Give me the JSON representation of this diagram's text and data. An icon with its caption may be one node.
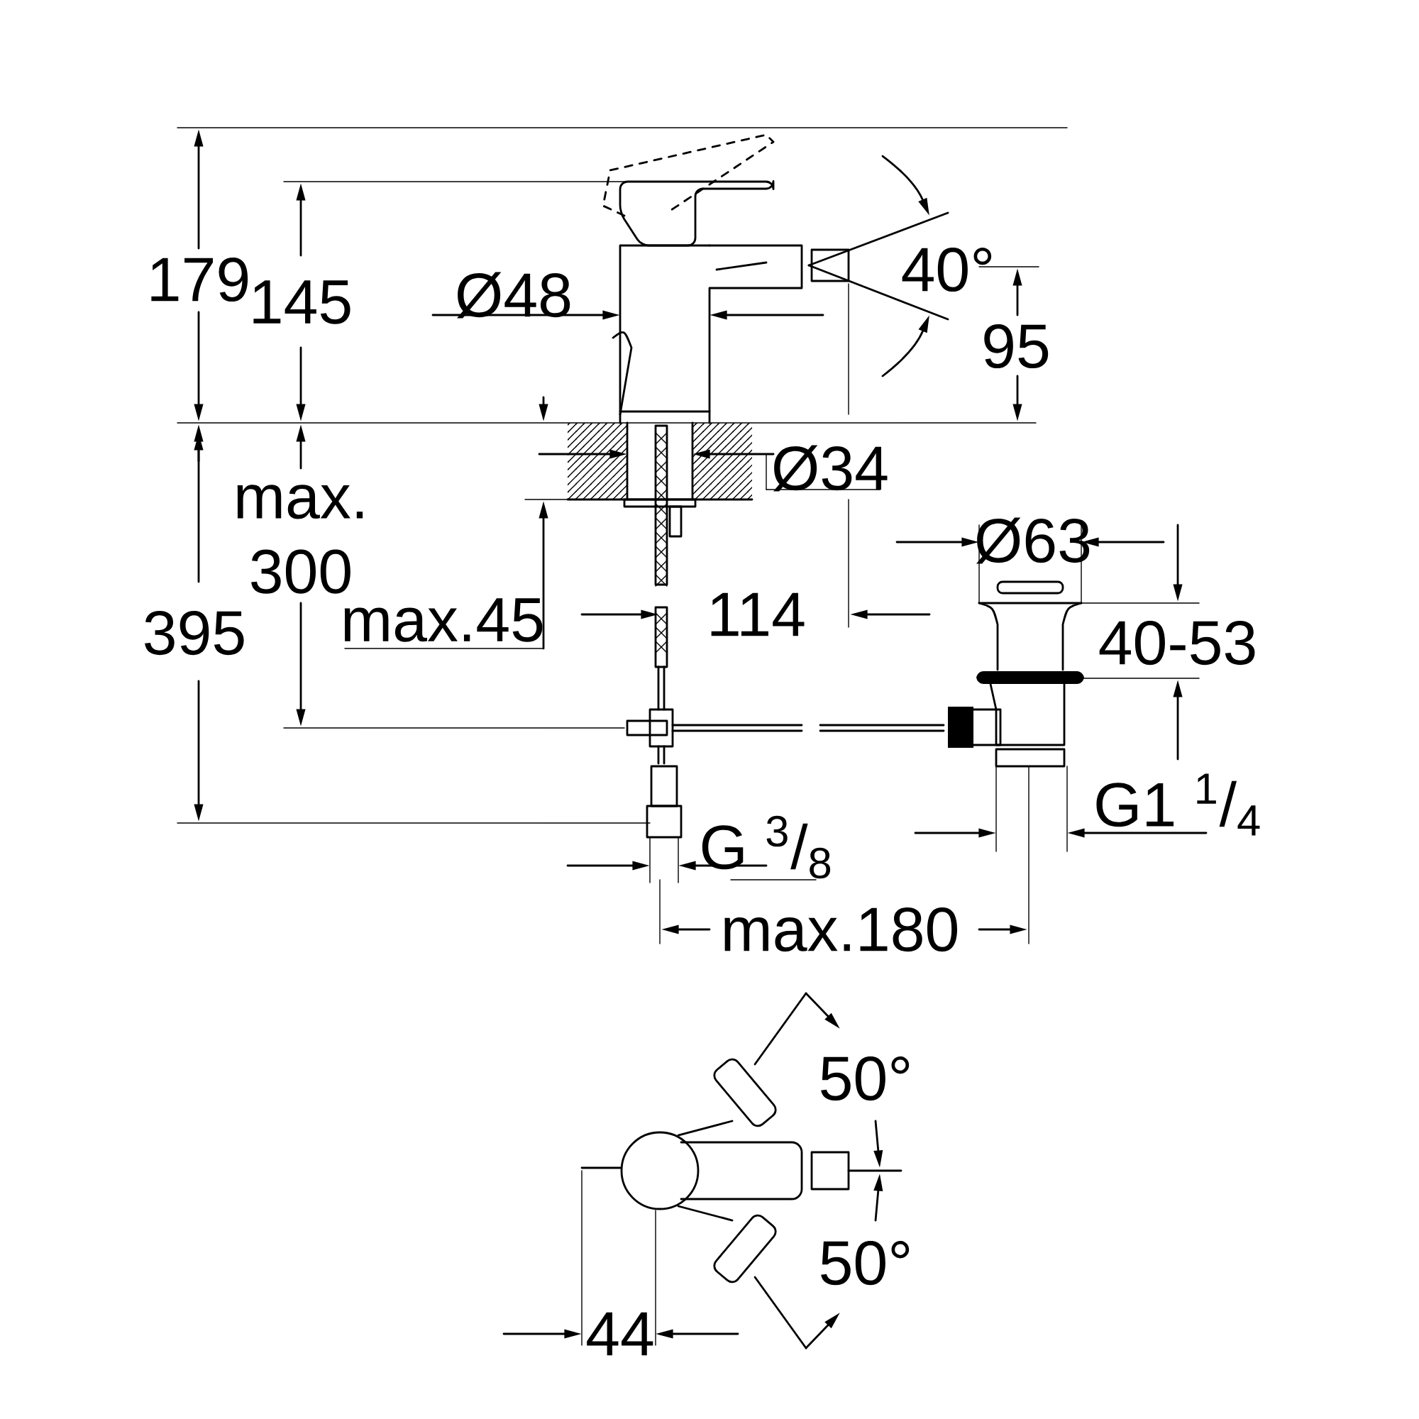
{
  "diagram": {
    "labels": [
      "179",
      "145",
      "Ø48",
      "40°",
      "95",
      "Ø34",
      "max. 300",
      "Ø63",
      "max.45",
      "114",
      "395",
      "40-53",
      "G1 $^{1}$/$_{4}$",
      "G $^{3}$/$_{8}$",
      "max.180",
      "50°",
      "50°",
      "44"
    ]
  }
}
